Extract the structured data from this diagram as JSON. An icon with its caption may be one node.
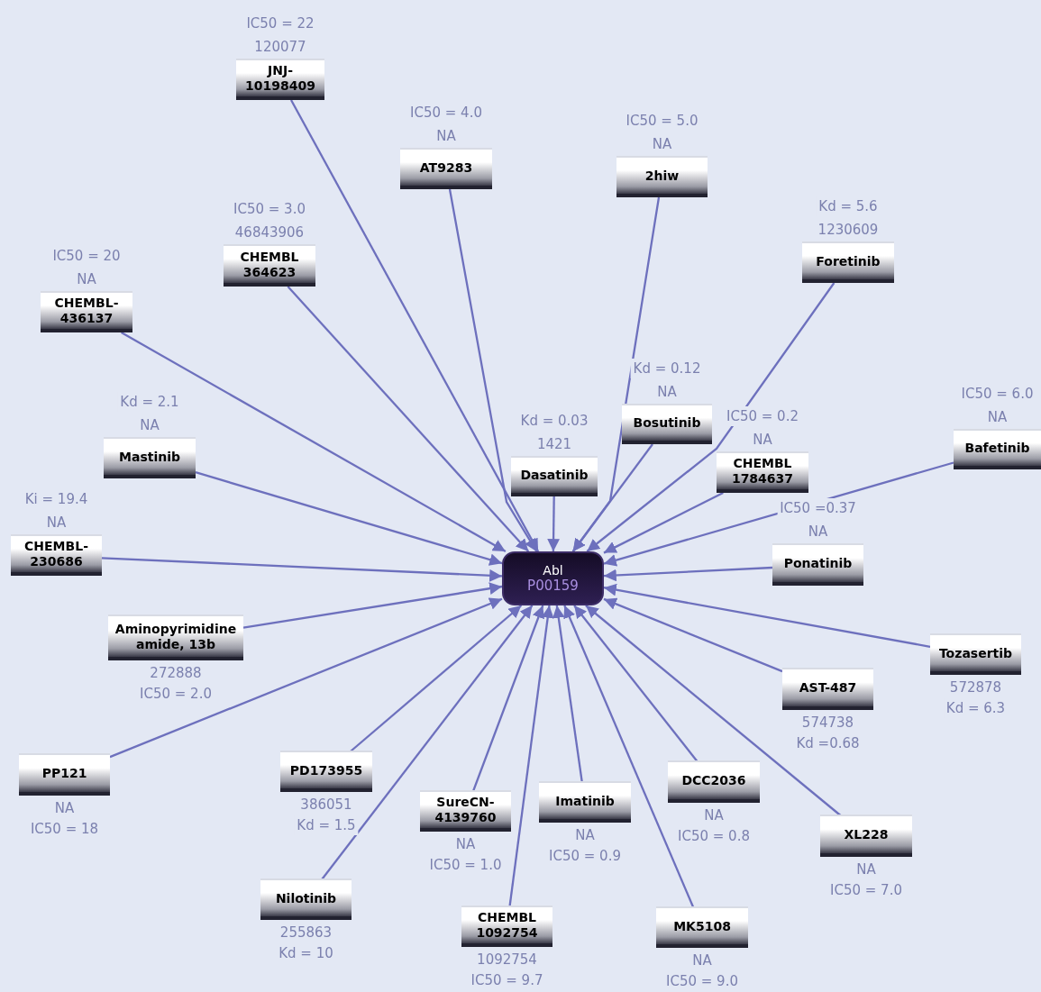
{
  "diagram": {
    "nodes": [
      {
        "text": [
          "Abl",
          "P00159"
        ]
      },
      {
        "text": [
          "JNJ-10198409"
        ],
        "beside": [
          "IC50 = 22",
          "120077"
        ]
      },
      {
        "text": [
          "AT9283"
        ],
        "beside": [
          "IC50 = 4.0",
          "NA"
        ]
      },
      {
        "text": [
          "2hiw"
        ],
        "beside": [
          "IC50 = 5.0",
          "NA"
        ]
      },
      {
        "text": [
          "CHEMBL 364623"
        ],
        "beside": [
          "IC50 = 3.0",
          "46843906"
        ]
      },
      {
        "text": [
          "Foretinib"
        ],
        "beside": [
          "Kd = 5.6",
          "1230609"
        ]
      },
      {
        "text": [
          "CHEMBL-436137"
        ],
        "beside": [
          "IC50 = 20",
          "NA"
        ]
      },
      {
        "text": [
          "Bosutinib"
        ],
        "beside": [
          "Kd = 0.12",
          "NA"
        ]
      },
      {
        "text": [
          "Dasatinib"
        ],
        "beside": [
          "Kd = 0.03",
          "1421"
        ]
      },
      {
        "text": [
          "CHEMBL 1784637"
        ],
        "beside": [
          "IC50 = 0.2",
          "NA"
        ]
      },
      {
        "text": [
          "Bafetinib"
        ],
        "beside": [
          "IC50 = 6.0",
          "NA"
        ]
      },
      {
        "text": [
          "Mastinib"
        ],
        "beside": [
          "Kd = 2.1",
          "NA"
        ]
      },
      {
        "text": [
          "CHEMBL-230686"
        ],
        "beside": [
          "Ki = 19.4",
          "NA"
        ]
      },
      {
        "text": [
          "Ponatinib"
        ],
        "beside": [
          "IC50 =0.37",
          "NA"
        ]
      },
      {
        "text": [
          "Aminopyrimidine amide, 13b"
        ],
        "beside": [
          "272888",
          "IC50 = 2.0"
        ]
      },
      {
        "text": [
          "Tozasertib"
        ],
        "beside": [
          "572878",
          "Kd = 6.3"
        ]
      },
      {
        "text": [
          "AST-487"
        ],
        "beside": [
          "574738",
          "Kd =0.68"
        ]
      },
      {
        "text": [
          "PP121"
        ],
        "beside": [
          "NA",
          "IC50 = 18"
        ]
      },
      {
        "text": [
          "PD173955"
        ],
        "beside": [
          "386051",
          "Kd = 1.5"
        ]
      },
      {
        "text": [
          "DCC2036"
        ],
        "beside": [
          "NA",
          "IC50 = 0.8"
        ]
      },
      {
        "text": [
          "SureCN-4139760"
        ],
        "beside": [
          "NA",
          "IC50 = 1.0"
        ]
      },
      {
        "text": [
          "Imatinib"
        ],
        "beside": [
          "NA",
          "IC50 = 0.9"
        ]
      },
      {
        "text": [
          "XL228"
        ],
        "beside": [
          "NA",
          "IC50 = 7.0"
        ]
      },
      {
        "text": [
          "Nilotinib"
        ],
        "beside": [
          "255863",
          "Kd = 10"
        ]
      },
      {
        "text": [
          "CHEMBL 1092754"
        ],
        "beside": [
          "1092754",
          "IC50 = 9.7"
        ]
      },
      {
        "text": [
          "MK5108"
        ],
        "beside": [
          "NA",
          "IC50 = 9.0"
        ]
      }
    ],
    "edges": [
      {
        "from": 1,
        "to": 0,
        "arrow": "to"
      },
      {
        "from": 2,
        "to": 0,
        "arrow": "to"
      },
      {
        "from": 3,
        "to": 0,
        "arrow": "to"
      },
      {
        "from": 4,
        "to": 0,
        "arrow": "to"
      },
      {
        "from": 5,
        "to": 0,
        "arrow": "to"
      },
      {
        "from": 6,
        "to": 0,
        "arrow": "to"
      },
      {
        "from": 7,
        "to": 0,
        "arrow": "to"
      },
      {
        "from": 8,
        "to": 0,
        "arrow": "to"
      },
      {
        "from": 9,
        "to": 0,
        "arrow": "to"
      },
      {
        "from": 10,
        "to": 0,
        "arrow": "to"
      },
      {
        "from": 11,
        "to": 0,
        "arrow": "to"
      },
      {
        "from": 12,
        "to": 0,
        "arrow": "to"
      },
      {
        "from": 13,
        "to": 0,
        "arrow": "to"
      },
      {
        "from": 14,
        "to": 0,
        "arrow": "to"
      },
      {
        "from": 15,
        "to": 0,
        "arrow": "to"
      },
      {
        "from": 16,
        "to": 0,
        "arrow": "to"
      },
      {
        "from": 17,
        "to": 0,
        "arrow": "to"
      },
      {
        "from": 18,
        "to": 0,
        "arrow": "to"
      },
      {
        "from": 19,
        "to": 0,
        "arrow": "to"
      },
      {
        "from": 20,
        "to": 0,
        "arrow": "to"
      },
      {
        "from": 21,
        "to": 0,
        "arrow": "to"
      },
      {
        "from": 22,
        "to": 0,
        "arrow": "to"
      },
      {
        "from": 23,
        "to": 0,
        "arrow": "to"
      },
      {
        "from": 24,
        "to": 0,
        "arrow": "to"
      },
      {
        "from": 25,
        "to": 0,
        "arrow": "to"
      }
    ]
  }
}
